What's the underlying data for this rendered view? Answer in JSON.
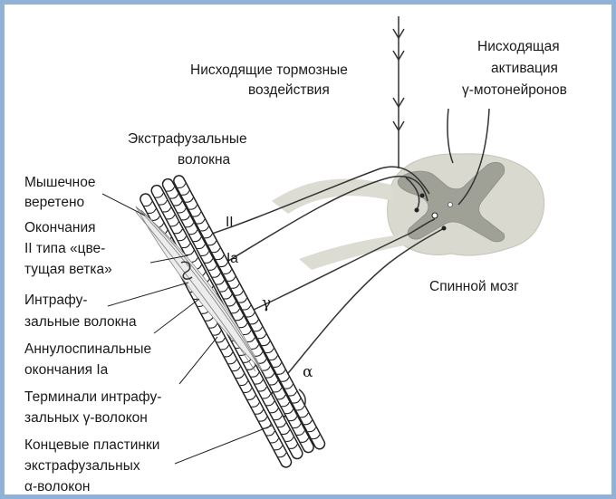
{
  "labels": {
    "descending_inhibitory_1": "Нисходящие тормозные",
    "descending_inhibitory_2": "воздействия",
    "descending_activation_1": "Нисходящая",
    "descending_activation_2": "активация",
    "descending_activation_3": "γ-мотонейронов",
    "extrafusal_1": "Экстрафузальные",
    "extrafusal_2": "волокна",
    "spindle_1": "Мышечное",
    "spindle_2": "веретено",
    "flower_spray_1": "Окончания",
    "flower_spray_2": "II типа «цве-",
    "flower_spray_3": "тущая ветка»",
    "intrafusal_1": "Интрафу-",
    "intrafusal_2": "зальные волокна",
    "annulospiral_1": "Аннулоспинальные",
    "annulospiral_2": "окончания Ia",
    "gamma_terminals_1": "Терминали интрафу-",
    "gamma_terminals_2": "зальных γ-волокон",
    "endplates_1": "Концевые пластинки",
    "endplates_2": "экстрафузальных",
    "endplates_3": "α-волокон",
    "spinal_cord": "Спинной мозг",
    "fiber_II": "II",
    "fiber_Ia": "Ia",
    "fiber_gamma": "γ",
    "fiber_alpha": "α"
  },
  "colors": {
    "frame": "#8fb2d6",
    "white_matter": "#d9d9cf",
    "grey_matter": "#9fa197",
    "text": "#1a1a1a",
    "muscle_stroke": "#222222"
  }
}
